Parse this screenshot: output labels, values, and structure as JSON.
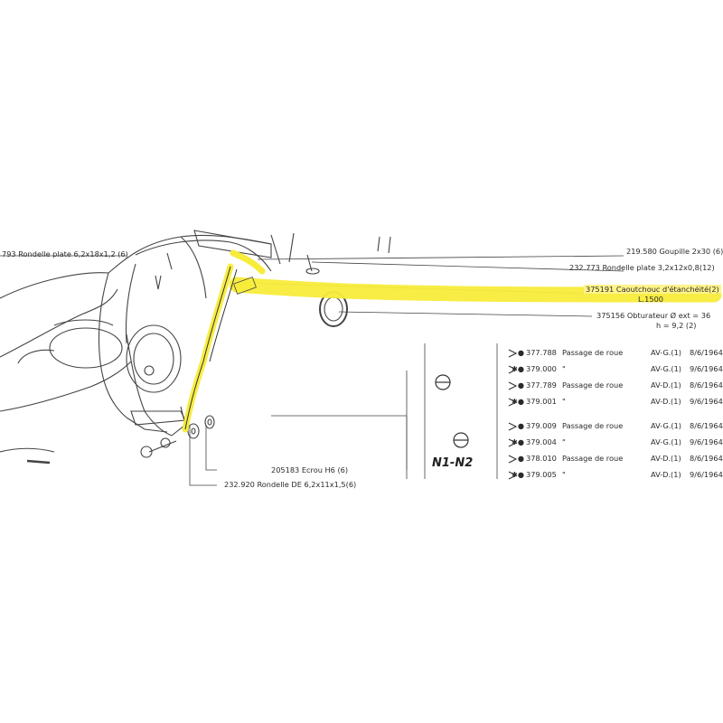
{
  "parts": {
    "rondelle_plate_left": "793 Rondelle plate 6,2x18x1,2  (6)",
    "goupille": "219.580 Goupille 2x30 (6)",
    "rondelle_plate_right": "232.773 Rondelle plate 3,2x12x0,8(12)",
    "caoutchouc_line1": "375191 Caoutchouc d'étanchéité(2)",
    "caoutchouc_line2": "L.1500",
    "obturateur_line1": "375156 Obturateur Ø ext = 36",
    "obturateur_line2": "h = 9,2  (2)",
    "ecrou": "205183 Ecrou H6 (6)",
    "rondelle_de": "232.920 Rondelle DE 6,2x11x1,5(6)"
  },
  "variant_label": "N1-N2",
  "wheel_passages": [
    {
      "mark": "●",
      "part": "377.788",
      "desc": "Passage de roue",
      "pos": "AV-G.(1)",
      "date": "8/6/1964"
    },
    {
      "mark": "✱●",
      "part": "379.000",
      "desc": "\"",
      "pos": "AV-G.(1)",
      "date": "9/6/1964"
    },
    {
      "mark": "●",
      "part": "377.789",
      "desc": "Passage de roue",
      "pos": "AV-D.(1)",
      "date": "8/6/1964"
    },
    {
      "mark": "✱●",
      "part": "379.001",
      "desc": "\"",
      "pos": "AV-D.(1)",
      "date": "9/6/1964"
    },
    {
      "mark": "●",
      "part": "379.009",
      "desc": "Passage de roue",
      "pos": "AV-G.(1)",
      "date": "8/6/1964"
    },
    {
      "mark": "✱●",
      "part": "379.004",
      "desc": "\"",
      "pos": "AV-G.(1)",
      "date": "9/6/1964"
    },
    {
      "mark": "●",
      "part": "378.010",
      "desc": "Passage de roue",
      "pos": "AV-D.(1)",
      "date": "8/6/1964"
    },
    {
      "mark": "✱●",
      "part": "379.005",
      "desc": "\"",
      "pos": "AV-D.(1)",
      "date": "9/6/1964"
    }
  ],
  "colors": {
    "highlight": "#f7ec3a",
    "line": "#3a3a3a"
  }
}
